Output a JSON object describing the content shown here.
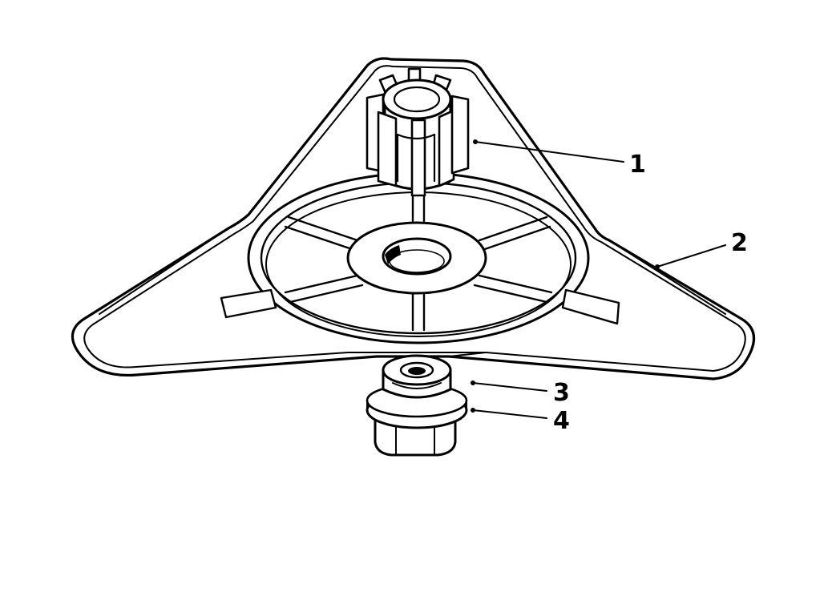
{
  "diagram": {
    "type": "exploded-parts-drawing",
    "callouts": [
      {
        "id": "1",
        "label": "1",
        "part": "splined-hub"
      },
      {
        "id": "2",
        "label": "2",
        "part": "three-point-blade-plate"
      },
      {
        "id": "3",
        "label": "3",
        "part": "retaining-washer"
      },
      {
        "id": "4",
        "label": "4",
        "part": "hex-nut"
      }
    ],
    "colors": {
      "ink": "#000000",
      "paper": "#ffffff"
    }
  }
}
